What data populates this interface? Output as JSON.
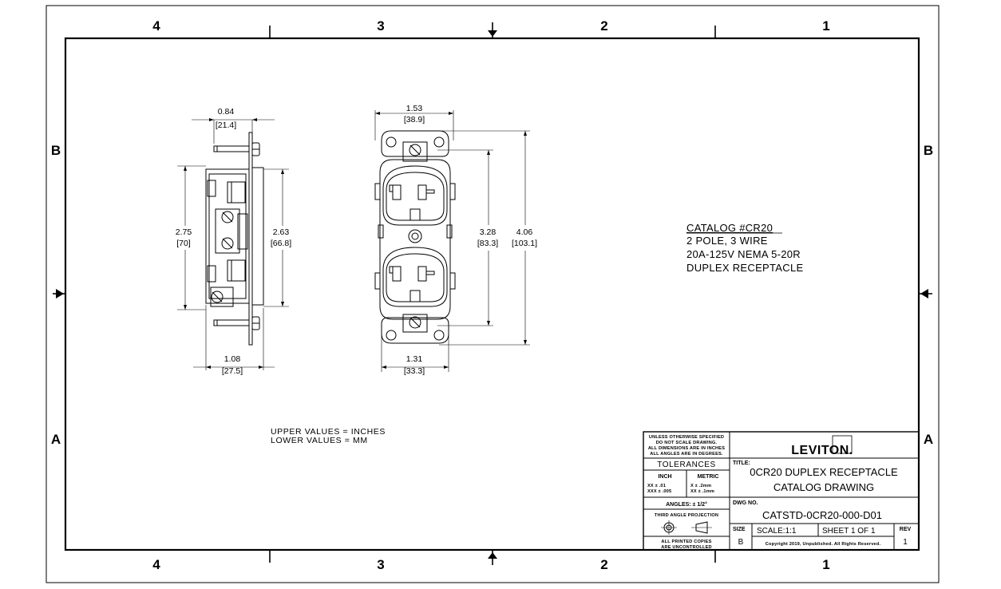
{
  "zones": {
    "columns": [
      "4",
      "3",
      "2",
      "1"
    ],
    "rows": [
      "B",
      "A"
    ]
  },
  "dims": {
    "side_top": {
      "inch": "0.84",
      "mm": "[21.4]"
    },
    "side_left": {
      "inch": "2.75",
      "mm": "[70]"
    },
    "side_right": {
      "inch": "2.63",
      "mm": "[66.8]"
    },
    "side_bottom": {
      "inch": "1.08",
      "mm": "[27.5]"
    },
    "front_top": {
      "inch": "1.53",
      "mm": "[38.9]"
    },
    "front_inner": {
      "inch": "3.28",
      "mm": "[83.3]"
    },
    "front_outer": {
      "inch": "4.06",
      "mm": "[103.1]"
    },
    "front_bottom": {
      "inch": "1.31",
      "mm": "[33.3]"
    }
  },
  "catalog": {
    "number": "CATALOG #CR20",
    "line1": "2 POLE, 3 WIRE",
    "line2": "20A-125V NEMA 5-20R",
    "line3": "DUPLEX RECEPTACLE"
  },
  "units_note": {
    "upper": "UPPER VALUES = INCHES",
    "lower": "LOWER VALUES = MM"
  },
  "title_block": {
    "unless_lines": [
      "UNLESS OTHERWISE SPECIFIED",
      "DO NOT SCALE DRAWING.",
      "ALL DIMENSIONS ARE IN INCHES",
      "ALL ANGLES ARE IN DEGREES."
    ],
    "tolerances_label": "TOLERANCES",
    "inch_label": "INCH",
    "metric_label": "METRIC",
    "inch_tol_1": "XX  ±  .01",
    "inch_tol_2": "XXX  ±  .005",
    "metric_tol_1": "X  ±  .2mm",
    "metric_tol_2": "XX  ±  .1mm",
    "angles": "ANGLES: ± 1/2°",
    "projection": "THIRD ANGLE PROJECTION",
    "printed_copies_1": "ALL PRINTED COPIES",
    "printed_copies_2": "ARE UNCONTROLLED",
    "logo": "LEVITON.",
    "title_label": "TITLE:",
    "title_line1": "0CR20 DUPLEX RECEPTACLE",
    "title_line2": "CATALOG DRAWING",
    "dwg_label": "DWG NO.",
    "dwg_no": "CATSTD-0CR20-000-D01",
    "size_label": "SIZE",
    "size": "B",
    "scale": "SCALE:1:1",
    "sheet": "SHEET 1 OF 1",
    "rev_label": "REV",
    "rev": "1",
    "copyright": "Copyright 2019, Unpublished. All Rights Reserved."
  }
}
